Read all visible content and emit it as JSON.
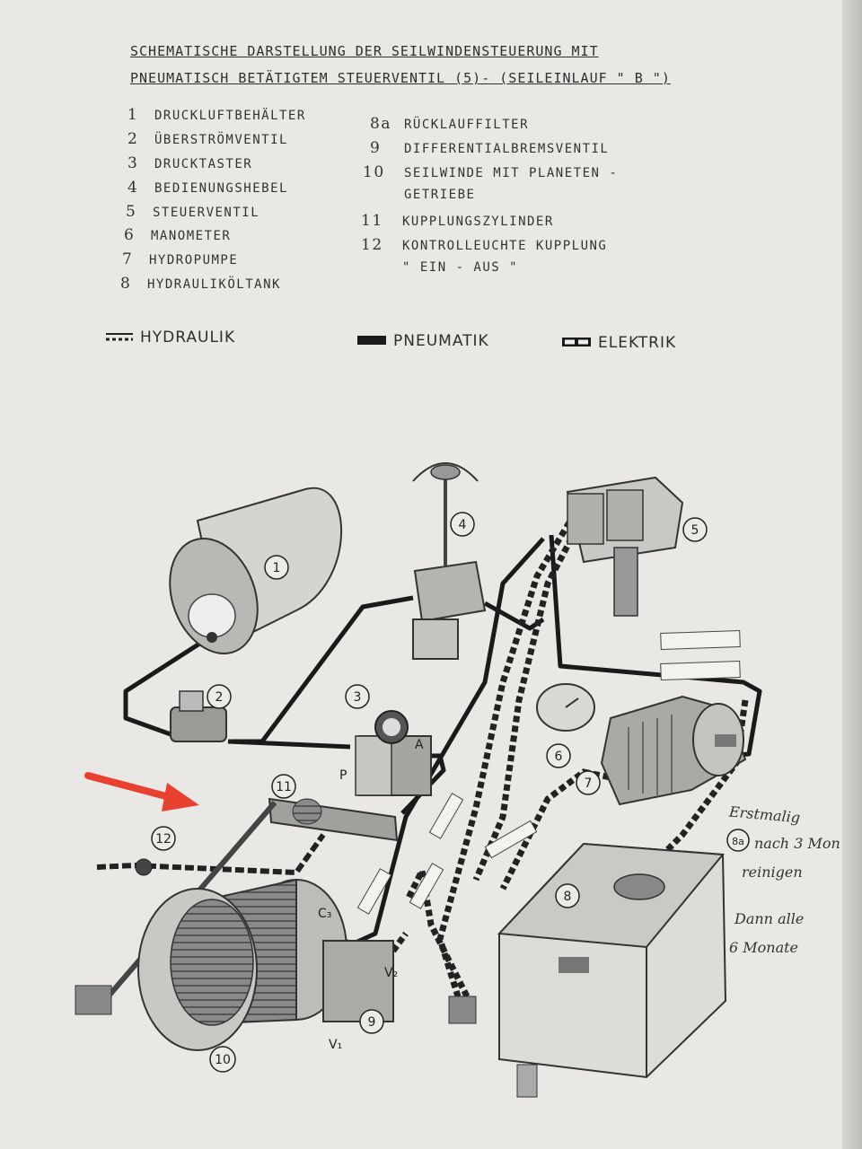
{
  "title": {
    "line1": "SCHEMATISCHE DARSTELLUNG DER SEILWINDENSTEUERUNG MIT",
    "line2": "PNEUMATISCH BETÄTIGTEM STEUERVENTIL (5)- (SEILEINLAUF \" B \")"
  },
  "legend": [
    {
      "num": "1",
      "text": "DRUCKLUFTBEHÄLTER"
    },
    {
      "num": "2",
      "text": "ÜBERSTRÖMVENTIL"
    },
    {
      "num": "3",
      "text": "DRUCKTASTER"
    },
    {
      "num": "4",
      "text": "BEDIENUNGSHEBEL"
    },
    {
      "num": "5",
      "text": "STEUERVENTIL"
    },
    {
      "num": "6",
      "text": "MANOMETER"
    },
    {
      "num": "7",
      "text": "HYDROPUMPE"
    },
    {
      "num": "8",
      "text": "HYDRAULIKÖLTANK"
    },
    {
      "num": "8a",
      "text": "RÜCKLAUFFILTER"
    },
    {
      "num": "9",
      "text": "DIFFERENTIALBREMSVENTIL"
    },
    {
      "num": "10",
      "text": "SEILWINDE MIT PLANETEN -",
      "text2": "GETRIEBE"
    },
    {
      "num": "11",
      "text": "KUPPLUNGSZYLINDER"
    },
    {
      "num": "12",
      "text": "KONTROLLEUCHTE KUPPLUNG",
      "text2": "\" EIN - AUS \""
    }
  ],
  "line_key": [
    "HYDRAULIK",
    "PNEUMATIK",
    "ELEKTRIK"
  ],
  "callouts": [
    "1",
    "2",
    "3",
    "4",
    "5",
    "6",
    "7",
    "8",
    "9",
    "10",
    "11",
    "12",
    "8a"
  ],
  "handwritten": [
    "Erstmalig",
    "nach 3 Mon",
    "reinigen",
    "Dann alle",
    "6 Monate"
  ],
  "colors": {
    "annotation_arrow": "#e8412f",
    "paper": "#e9e8e4"
  }
}
